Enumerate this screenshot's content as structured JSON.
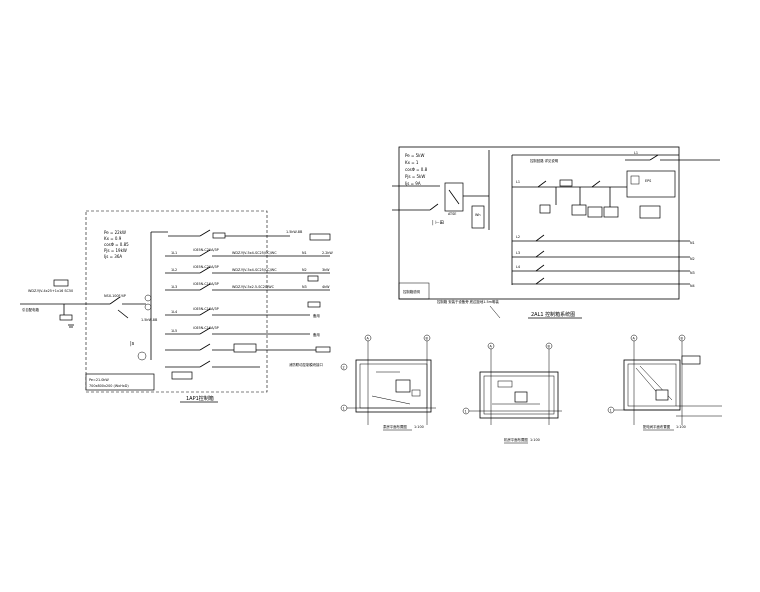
{
  "left": {
    "params": [
      "Pe = 22kW",
      "Kx = 0.9",
      "cosΦ = 0.85",
      "Pjs = 19kW",
      "Ijs = 36A"
    ],
    "incoming_label": "WDZ-YJV-4x25+1x16 SC50",
    "source_note": "引自配电箱",
    "main_switch": "NSX-100F/4P",
    "bottom_note_1": "Pe=21.0kW",
    "bottom_note_2": "700x800x200 (WxHxD)",
    "panel_title": "1AP1控制箱",
    "branch_label": "1.5kW-8B",
    "circuits": [
      {
        "id": "1L1",
        "breaker": "iC65N-C20A/3P",
        "cable": "WDZ-YJV-5x4-SC25/CC/WC",
        "num": "N1",
        "load": "2.2kW"
      },
      {
        "id": "1L2",
        "breaker": "iC65N-C20A/3P",
        "cable": "WDZ-YJV-5x4-SC25/CC/WC",
        "num": "N2",
        "load": "3kW"
      },
      {
        "id": "1L3",
        "breaker": "iC65N-C16A/3P",
        "cable": "WDZ-YJV-5x2.5-SC20/WC",
        "num": "N3",
        "load": "4kW"
      },
      {
        "id": "1L4",
        "breaker": "iC65N-C16A/3P",
        "cable": "",
        "num": "",
        "load": "备用"
      },
      {
        "id": "1L5",
        "breaker": "iC65N-C16A/3P",
        "cable": "",
        "num": "",
        "load": "备用"
      }
    ],
    "extra_note": "消防联动控制模块接口"
  },
  "right": {
    "params": [
      "Pe = 5kW",
      "Kx = 1",
      "cosΦ = 0.8",
      "Pjs = 5kW",
      "Ijs = 9A"
    ],
    "header_note": "控制回路 详见说明",
    "title": "2AL1 控制箱系统图",
    "footnote": "控制箱 安装于设备旁 底边距地1.5m明装",
    "box_note": "控制箱说明",
    "meter_label": "Wh",
    "tag_right": "ATSE",
    "lines": [
      "L1",
      "L2",
      "L3",
      "L4"
    ],
    "end_labels": [
      "N1",
      "N2",
      "N3",
      "N4"
    ]
  },
  "plans": [
    {
      "title": "泵房平面布置图",
      "scale": "1:100",
      "grid_top": [
        "A",
        "B"
      ],
      "grid_left": [
        "1",
        "2"
      ]
    },
    {
      "title": "机房平面布置图",
      "scale": "1:100",
      "grid_top": [
        "A",
        "B"
      ],
      "grid_left": [
        "1"
      ]
    },
    {
      "title": "配电间平面布置图",
      "scale": "1:100",
      "grid_top": [
        "A",
        "B"
      ],
      "grid_left": [
        "1"
      ]
    }
  ]
}
